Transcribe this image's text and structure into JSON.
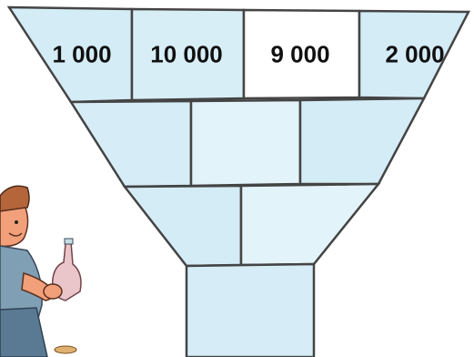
{
  "colors": {
    "brick_fill": "#d4ecf6",
    "brick_light": "#eaf6fb",
    "mortar": "#444444",
    "white_cell": "#ffffff"
  },
  "puzzle": {
    "top_row": [
      {
        "value": "1 000"
      },
      {
        "value": "10 000"
      },
      {
        "value": "9 000"
      },
      {
        "value": "2 000"
      }
    ],
    "row_2_values": [
      "",
      "",
      ""
    ],
    "row_3_values": [
      "",
      ""
    ],
    "bottom_value": ""
  },
  "illustration": {
    "figure": "cartoon-man-with-bottle-icon"
  }
}
